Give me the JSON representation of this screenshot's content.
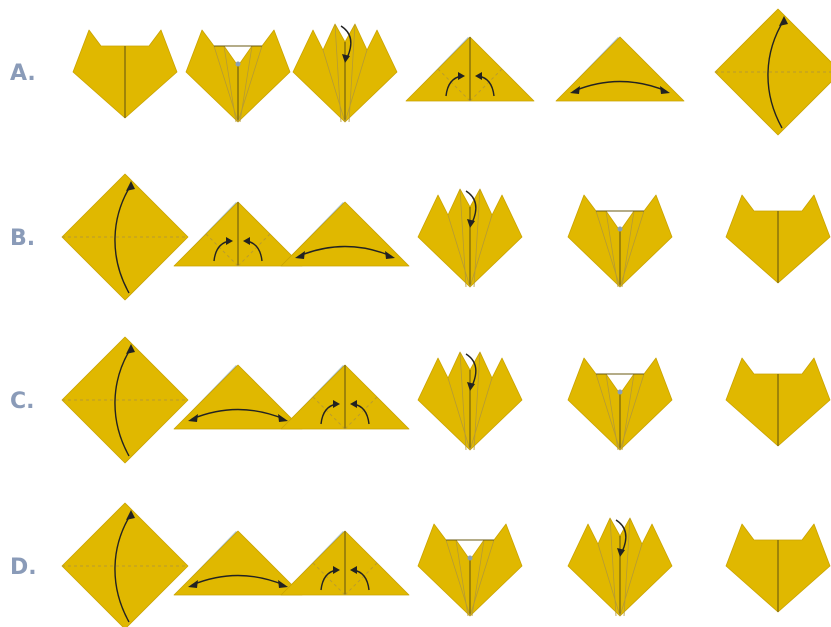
{
  "options": [
    {
      "label": "A.",
      "sequence": [
        "shape-a",
        "shape-b",
        "shape-c",
        "shape-d",
        "shape-e",
        "shape-f"
      ]
    },
    {
      "label": "B.",
      "sequence": [
        "shape-f",
        "shape-d",
        "shape-e",
        "shape-c",
        "shape-b",
        "shape-a"
      ]
    },
    {
      "label": "C.",
      "sequence": [
        "shape-f",
        "shape-e",
        "shape-d",
        "shape-c",
        "shape-b",
        "shape-a"
      ]
    },
    {
      "label": "D.",
      "sequence": [
        "shape-f",
        "shape-e",
        "shape-d",
        "shape-b",
        "shape-c",
        "shape-a"
      ]
    }
  ],
  "colors": {
    "paper": "#e0b800",
    "paper_edge": "#c9a200",
    "label": "#8a9bb8",
    "arrow": "#222222"
  }
}
